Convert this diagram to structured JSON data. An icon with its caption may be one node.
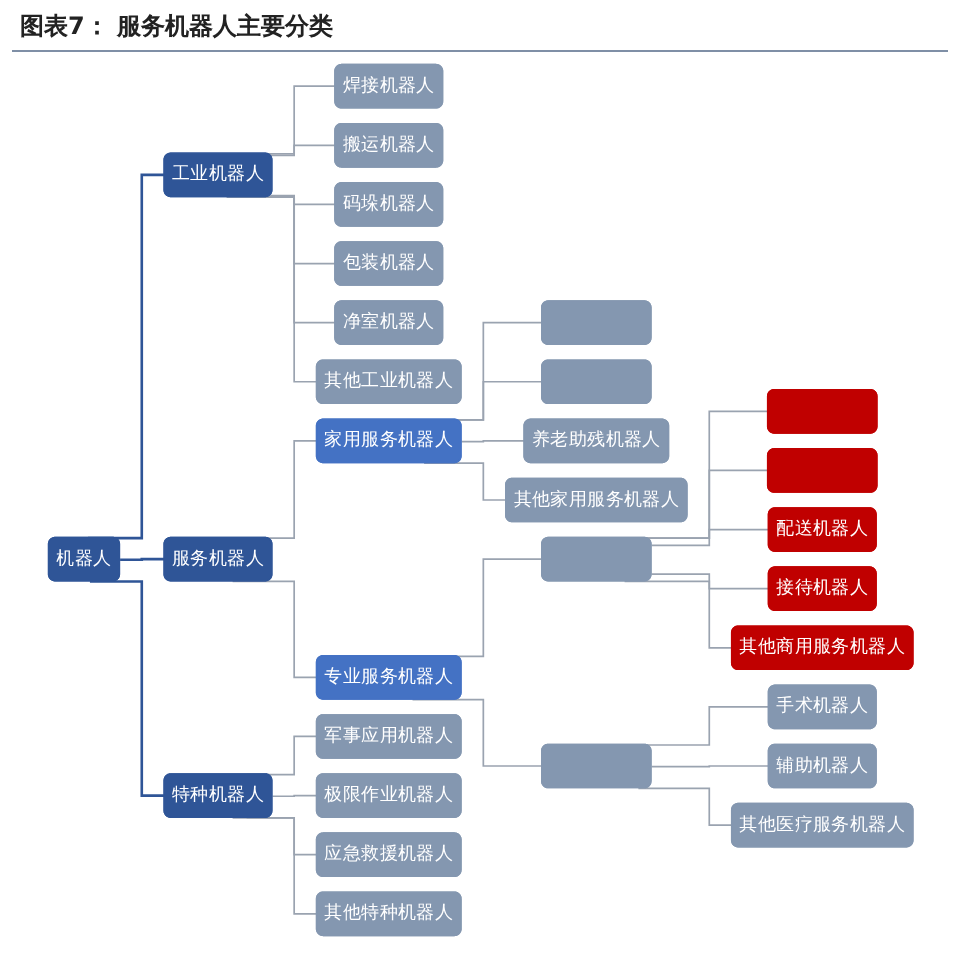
{
  "diagram": {
    "title": "图表7： 服务机器人主要分类",
    "nodes": [
      {
        "text": [
          "机器人"
        ]
      },
      {
        "text": [
          "工业机器人"
        ]
      },
      {
        "text": [
          "服务机器人"
        ]
      },
      {
        "text": [
          "特种机器人"
        ]
      },
      {
        "text": [
          "焊接机器人"
        ]
      },
      {
        "text": [
          "搬运机器人"
        ]
      },
      {
        "text": [
          "码垛机器人"
        ]
      },
      {
        "text": [
          "包装机器人"
        ]
      },
      {
        "text": [
          "净室机器人"
        ]
      },
      {
        "text": [
          "其他工业机器人"
        ]
      },
      {
        "text": [
          "家用服务机器人"
        ]
      },
      {
        "text": [
          "专业服务机器人"
        ]
      },
      {
        "text": [],
        "shape": "box"
      },
      {
        "text": [],
        "shape": "box"
      },
      {
        "text": [
          "养老助残机器人"
        ]
      },
      {
        "text": [
          "其他家用服务机器人"
        ]
      },
      {
        "text": [],
        "shape": "box"
      },
      {
        "text": [],
        "shape": "box"
      },
      {
        "text": [],
        "shape": "box"
      },
      {
        "text": [],
        "shape": "box"
      },
      {
        "text": [
          "配送机器人"
        ]
      },
      {
        "text": [
          "接待机器人"
        ]
      },
      {
        "text": [
          "其他商用服务机器人"
        ]
      },
      {
        "text": [
          "手术机器人"
        ]
      },
      {
        "text": [
          "辅助机器人"
        ]
      },
      {
        "text": [
          "其他医疗服务机器人"
        ]
      },
      {
        "text": [
          "军事应用机器人"
        ]
      },
      {
        "text": [
          "极限作业机器人"
        ]
      },
      {
        "text": [
          "应急救援机器人"
        ]
      },
      {
        "text": [
          "其他特种机器人"
        ]
      }
    ],
    "edges": [
      {
        "from": 0,
        "to": 1,
        "arrow": "none",
        "color": "#2f5597"
      },
      {
        "from": 0,
        "to": 2,
        "arrow": "none",
        "color": "#2f5597"
      },
      {
        "from": 0,
        "to": 3,
        "arrow": "none",
        "color": "#2f5597"
      },
      {
        "from": 1,
        "to": 4,
        "arrow": "none"
      },
      {
        "from": 1,
        "to": 5,
        "arrow": "none"
      },
      {
        "from": 1,
        "to": 6,
        "arrow": "none"
      },
      {
        "from": 1,
        "to": 7,
        "arrow": "none"
      },
      {
        "from": 1,
        "to": 8,
        "arrow": "none"
      },
      {
        "from": 1,
        "to": 9,
        "arrow": "none"
      },
      {
        "from": 2,
        "to": 10,
        "arrow": "none"
      },
      {
        "from": 2,
        "to": 11,
        "arrow": "none"
      },
      {
        "from": 10,
        "to": 12,
        "arrow": "none"
      },
      {
        "from": 10,
        "to": 13,
        "arrow": "none"
      },
      {
        "from": 10,
        "to": 14,
        "arrow": "none"
      },
      {
        "from": 10,
        "to": 15,
        "arrow": "none"
      },
      {
        "from": 11,
        "to": 16,
        "arrow": "none"
      },
      {
        "from": 11,
        "to": 17,
        "arrow": "none"
      },
      {
        "from": 16,
        "to": 18,
        "arrow": "none"
      },
      {
        "from": 16,
        "to": 19,
        "arrow": "none"
      },
      {
        "from": 16,
        "to": 20,
        "arrow": "none"
      },
      {
        "from": 16,
        "to": 21,
        "arrow": "none"
      },
      {
        "from": 16,
        "to": 22,
        "arrow": "none"
      },
      {
        "from": 17,
        "to": 23,
        "arrow": "none"
      },
      {
        "from": 17,
        "to": 24,
        "arrow": "none"
      },
      {
        "from": 17,
        "to": 25,
        "arrow": "none"
      },
      {
        "from": 3,
        "to": 26,
        "arrow": "none"
      },
      {
        "from": 3,
        "to": 27,
        "arrow": "none"
      },
      {
        "from": 3,
        "to": 28,
        "arrow": "none"
      },
      {
        "from": 3,
        "to": 29,
        "arrow": "none"
      }
    ]
  }
}
